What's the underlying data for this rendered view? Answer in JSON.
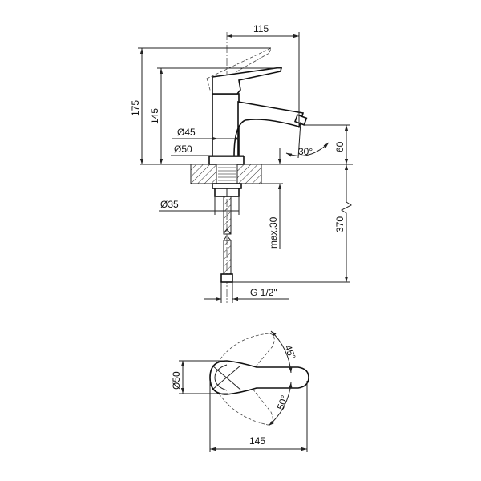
{
  "side_view": {
    "dim_spout_reach": "115",
    "dim_total_height": "175",
    "dim_handle_height": "145",
    "dim_inner_diameter": "Ø45",
    "dim_base_diameter": "Ø50",
    "dim_spout_angle": "30°",
    "dim_spout_height": "60",
    "dim_thread_diameter": "Ø35",
    "dim_deck_thickness": "max.30",
    "dim_hose_length": "370",
    "dim_connection": "G 1/2\""
  },
  "top_view": {
    "dim_diameter": "Ø50",
    "dim_length": "145",
    "dim_angle_up": "45°",
    "dim_angle_down": "50°"
  }
}
